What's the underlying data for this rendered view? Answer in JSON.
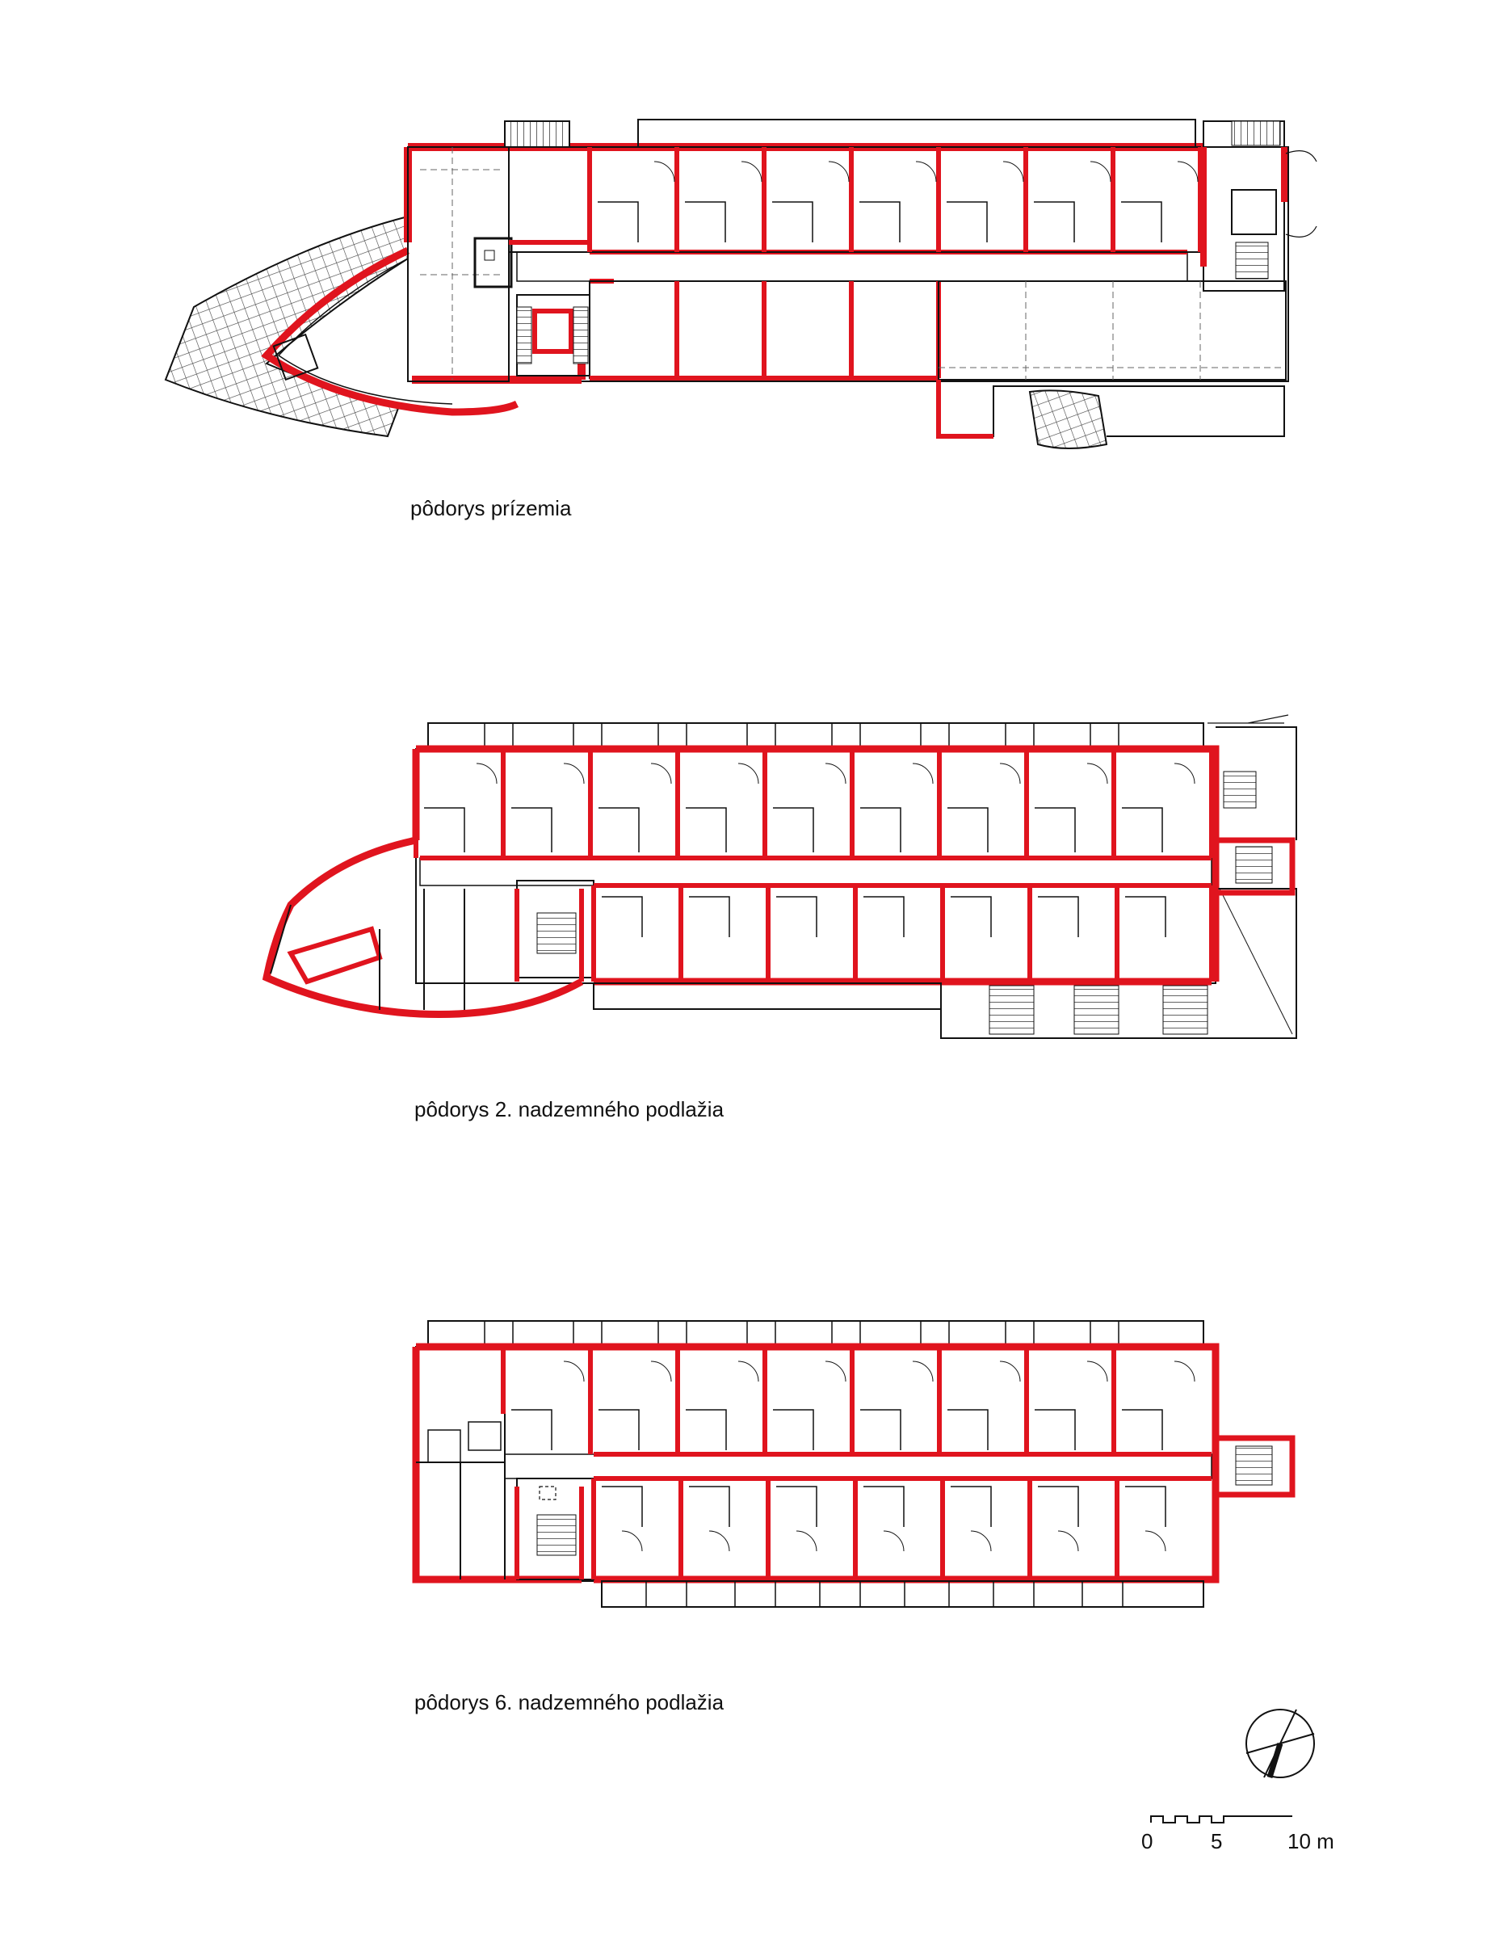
{
  "plans": [
    {
      "id": "ground",
      "caption": "pôdorys prízemia"
    },
    {
      "id": "floor2",
      "caption": "pôdorys 2. nadzemného podlažia"
    },
    {
      "id": "floor6",
      "caption": "pôdorys 6. nadzemného podlažia"
    }
  ],
  "scale_bar": {
    "labels": [
      "0",
      "5",
      "10 m"
    ]
  },
  "colors": {
    "wall": "#e0141e",
    "line": "#111111",
    "hatch": "#555555",
    "paper": "#ffffff"
  },
  "icons": {
    "north_arrow": "north-arrow-icon"
  }
}
